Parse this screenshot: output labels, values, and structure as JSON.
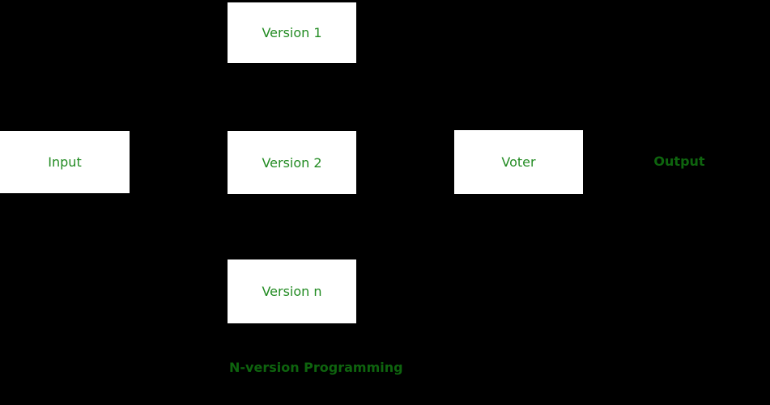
{
  "colors": {
    "background": "#000000",
    "box_fill": "#FFFFFF",
    "box_label_green": "#228B22",
    "on_black_green": "#0E640E"
  },
  "diagram": {
    "caption": "N-version Programming",
    "nodes": {
      "version1": {
        "label": "Version 1"
      },
      "input": {
        "label": "Input"
      },
      "version2": {
        "label": "Version 2"
      },
      "voter": {
        "label": "Voter"
      },
      "versionN": {
        "label": "Version n"
      },
      "output": {
        "label": "Output"
      }
    }
  }
}
